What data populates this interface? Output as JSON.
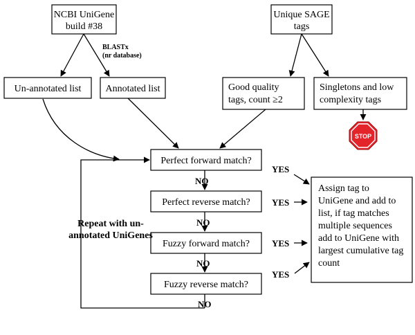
{
  "boxes": {
    "unigene": {
      "line1": "NCBI UniGene",
      "line2": "build #38"
    },
    "sage": {
      "line1": "Unique SAGE",
      "line2": "tags"
    },
    "unannotated": {
      "label": "Un-annotated list"
    },
    "annotated": {
      "label": "Annotated list"
    },
    "good_quality": {
      "line1": "Good quality",
      "line2": "tags, count ≥2"
    },
    "singletons": {
      "line1": "Singletons and low",
      "line2": "complexity tags"
    },
    "perfect_forward": {
      "label": "Perfect forward match?"
    },
    "perfect_reverse": {
      "label": "Perfect reverse match?"
    },
    "fuzzy_forward": {
      "label": "Fuzzy forward match?"
    },
    "fuzzy_reverse": {
      "label": "Fuzzy reverse match?"
    },
    "assign": {
      "lines": [
        "Assign tag to",
        "UniGene and add to",
        "list, if tag matches",
        "multiple sequences",
        "add to UniGene with",
        "largest cumulative tag",
        "count"
      ]
    }
  },
  "labels": {
    "blastx_line1": "BLASTx",
    "blastx_line2": "(nr database)",
    "yes": "YES",
    "no": "NO",
    "repeat_line1": "Repeat with un-",
    "repeat_line2": "annotated UniGenes"
  },
  "stop_sign": {
    "text": "STOP",
    "color": "#e3242b"
  },
  "colors": {
    "stroke": "#000000",
    "background": "#ffffff"
  }
}
